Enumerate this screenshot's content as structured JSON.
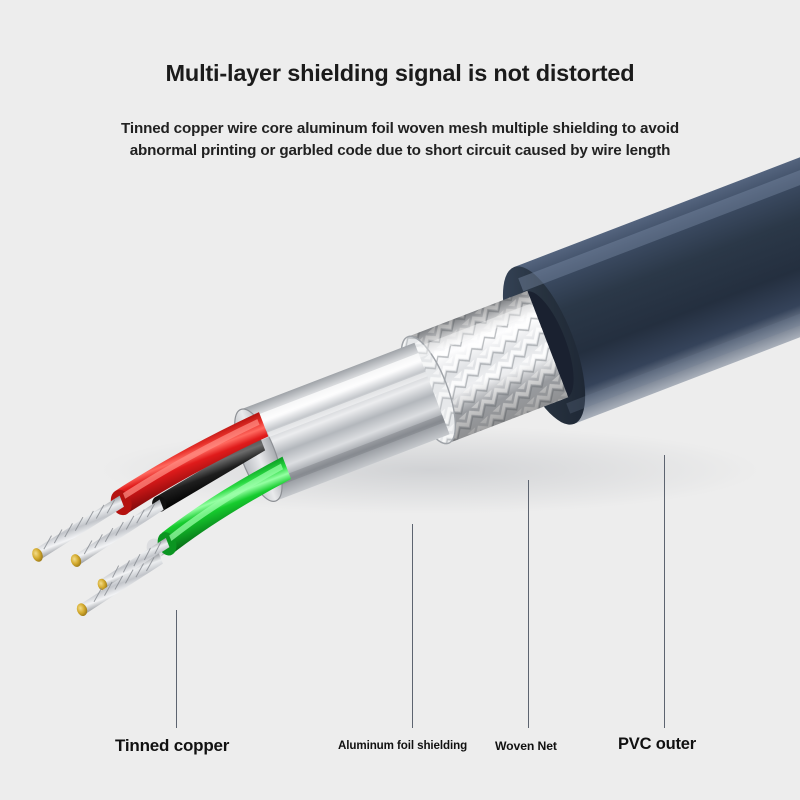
{
  "headline": "Multi-layer shielding signal is not distorted",
  "subcopy": "Tinned copper wire core aluminum foil woven mesh multiple shielding to avoid abnormal printing or garbled code due to short circuit caused by wire length",
  "labels": {
    "tinned_copper": "Tinned copper",
    "aluminum_foil": "Aluminum foil shielding",
    "woven_net": "Woven Net",
    "pvc_outer": "PVC outer"
  },
  "colors": {
    "background": "#ededed",
    "text": "#1b1b1b",
    "leader_line": "#5d6470",
    "pvc_outer": "#2d3a4f",
    "pvc_outer_dark": "#1d2738",
    "pvc_outer_light": "#4a5a73",
    "braid_silver": "#d9dade",
    "braid_highlight": "#f4f5f7",
    "foil_silver": "#c9cbcf",
    "foil_highlight": "#fdfdfd",
    "foil_shadow": "#8d9095",
    "wire_red": "#e01b1b",
    "wire_green": "#16cc2e",
    "wire_black": "#1a1a1a",
    "wire_white": "#f2f2f2",
    "strand_silver": "#c3c6cb",
    "strand_tip_gold": "#c9a227"
  },
  "illustration": {
    "subject": "multi-layer shielded cable cut-away",
    "angle_degrees": -21,
    "layers": [
      "PVC outer jacket",
      "Woven Net braided shield",
      "Aluminum foil shielding",
      "Insulated conductors",
      "Tinned copper strands"
    ],
    "conductors": [
      "red",
      "green",
      "black",
      "white"
    ]
  }
}
